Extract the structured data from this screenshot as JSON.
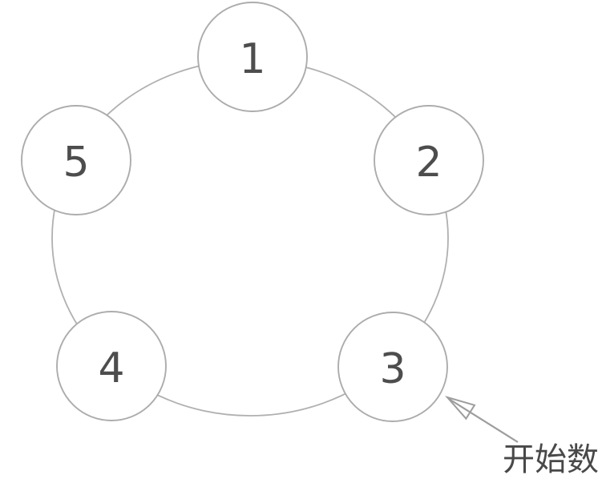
{
  "diagram": {
    "nodes": [
      {
        "label": "1"
      },
      {
        "label": "2"
      },
      {
        "label": "3"
      },
      {
        "label": "4"
      },
      {
        "label": "5"
      }
    ],
    "annotation": {
      "label": "开始数"
    },
    "colors": {
      "background": "#ffffff",
      "ring_stroke": "#b1b0b0",
      "node_stroke": "#adacac",
      "node_fill": "#ffffff",
      "number_color": "#4e4d4d",
      "arrow_color": "#9e9d9d",
      "annotation_color": "#4a4949"
    }
  }
}
